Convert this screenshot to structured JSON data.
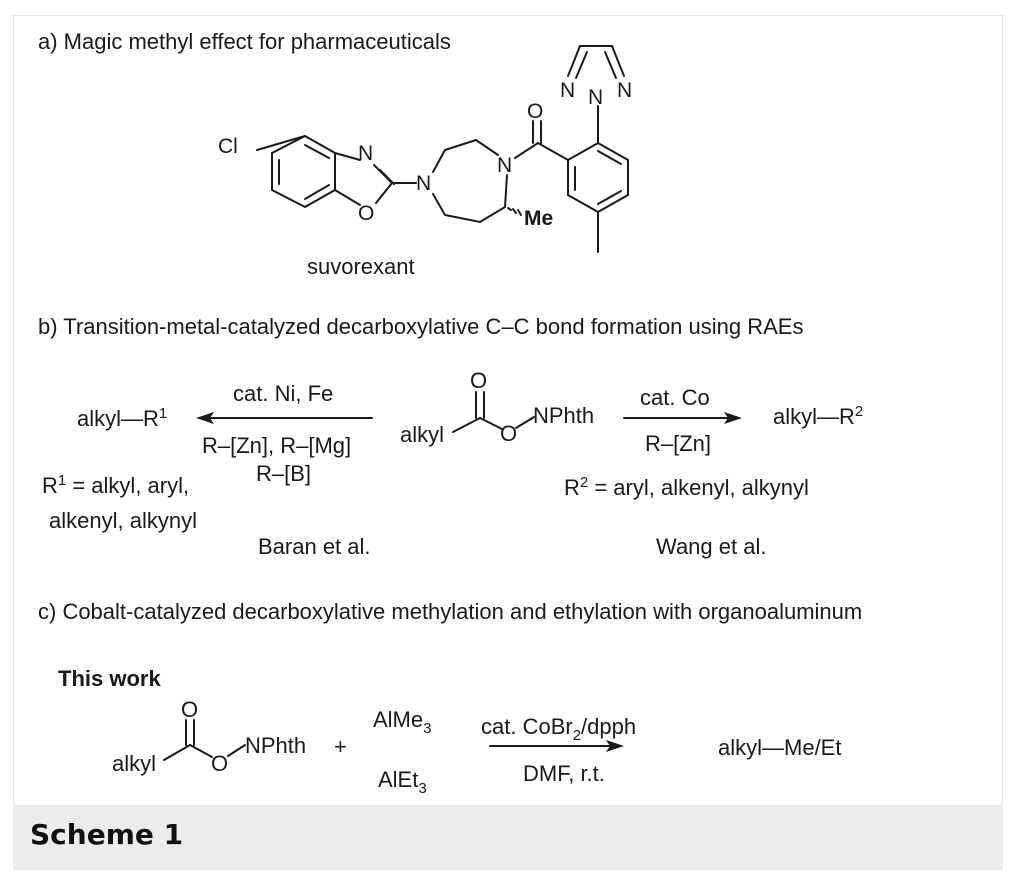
{
  "panel_a": {
    "title": "a) Magic methyl effect for pharmaceuticals",
    "compound_name": "suvorexant",
    "atoms": {
      "cl": "Cl",
      "n": "N",
      "o": "O",
      "me": "Me"
    }
  },
  "panel_b": {
    "title": "b) Transition-metal-catalyzed decarboxylative C–C bond formation using RAEs",
    "left_product_base": "alkyl—R",
    "left_product_sup": "1",
    "left_conditions_top": "cat. Ni, Fe",
    "left_conditions_bottom1": "R–[Zn], R–[Mg]",
    "left_conditions_bottom2": "R–[B]",
    "left_r_def_base": "R",
    "left_r_def_sup": "1",
    "left_r_def_rest": " = alkyl, aryl,",
    "left_r_def_line2": "alkenyl, alkynyl",
    "left_ref": "Baran et al.",
    "substrate_alkyl": "alkyl",
    "substrate_o1": "O",
    "substrate_o2": "O",
    "substrate_nphth": "NPhth",
    "right_conditions_top": "cat. Co",
    "right_conditions_bottom": "R–[Zn]",
    "right_product_base": "alkyl—R",
    "right_product_sup": "2",
    "right_r_def_base": "R",
    "right_r_def_sup": "2",
    "right_r_def_rest": " = aryl, alkenyl, alkynyl",
    "right_ref": "Wang et al."
  },
  "panel_c": {
    "title": "c) Cobalt-catalyzed decarboxylative methylation and ethylation with organoaluminum",
    "label": "This work",
    "substrate_alkyl": "alkyl",
    "substrate_o1": "O",
    "substrate_o2": "O",
    "substrate_nphth": "NPhth",
    "plus": "+",
    "reagent1_base": "AlMe",
    "reagent1_sub": "3",
    "reagent2_base": "AlEt",
    "reagent2_sub": "3",
    "conditions_top_a": "cat. CoBr",
    "conditions_top_sub": "2",
    "conditions_top_b": "/dpph",
    "conditions_bottom": "DMF, r.t.",
    "product": "alkyl—Me/Et"
  },
  "caption": "Scheme 1"
}
